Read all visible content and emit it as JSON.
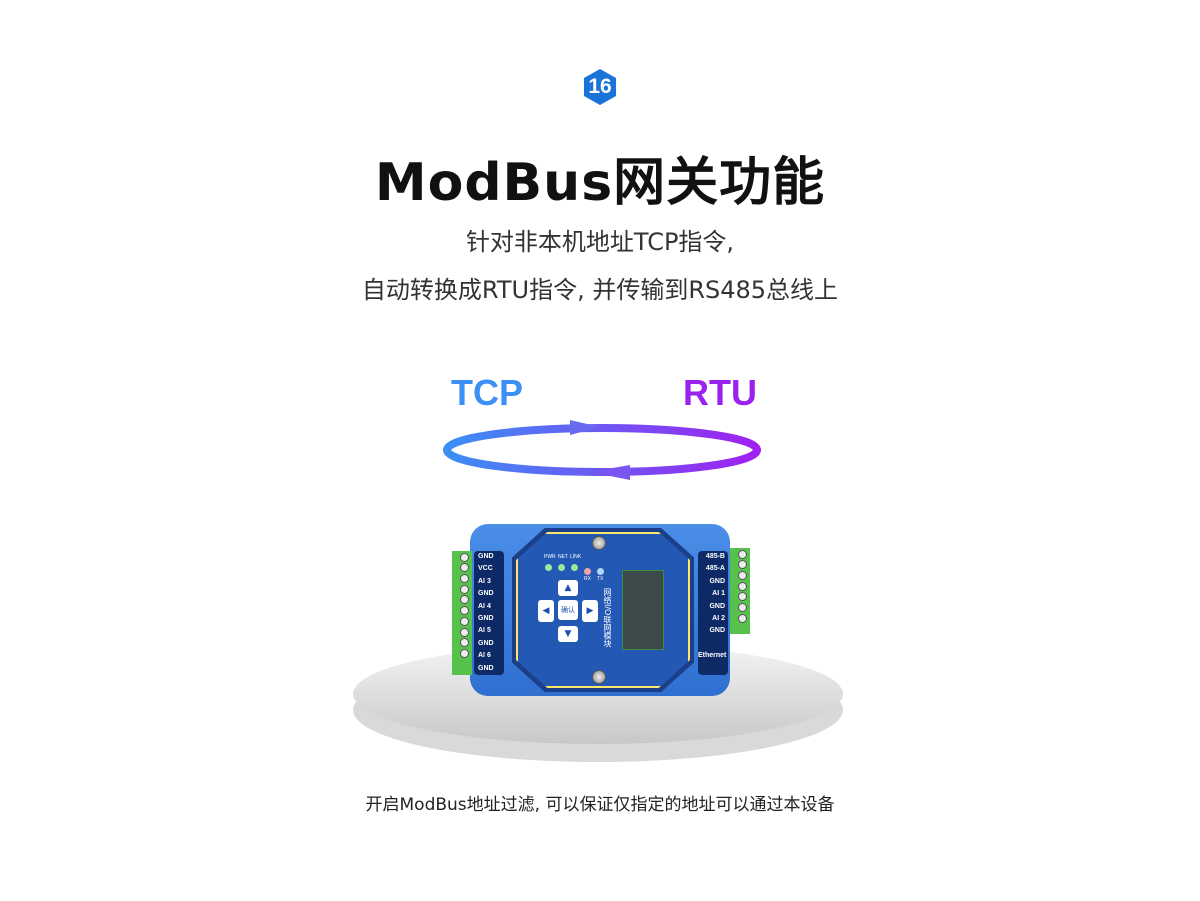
{
  "badge": {
    "number": "16",
    "color": "#1a73d9"
  },
  "title": "ModBus网关功能",
  "subtitle": {
    "line1": "针对非本机地址TCP指令,",
    "line2": "自动转换成RTU指令, 并传输到RS485总线上"
  },
  "protocols": {
    "left": "TCP",
    "right": "RTU",
    "left_color": "#3b8ff5",
    "right_color": "#9b22ee"
  },
  "device": {
    "left_labels": [
      "GND",
      "VCC",
      "AI 3",
      "GND",
      "AI 4",
      "GND",
      "AI 5",
      "GND",
      "AI 6",
      "GND"
    ],
    "right_labels": [
      "485-B",
      "485-A",
      "GND",
      "AI 1",
      "GND",
      "AI 2",
      "GND"
    ],
    "ethernet_label": "Ethernet",
    "leds": [
      "PWR",
      "NET",
      "LINK",
      "RX",
      "TX"
    ],
    "ok_key": "确认",
    "brand": "网络I/O联网模块"
  },
  "caption": "开启ModBus地址过滤, 可以保证仅指定的地址可以通过本设备"
}
